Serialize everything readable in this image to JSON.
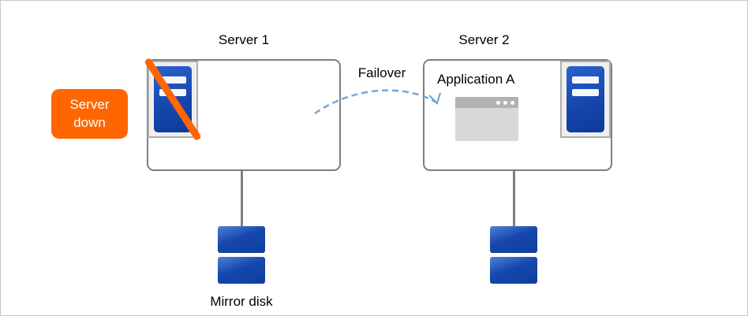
{
  "colors": {
    "badge_orange": "#ff6600",
    "server_blue": "#1547ad",
    "disk_blue": "#1547ad",
    "arrow_blue": "#6fa8dc",
    "border_gray": "#7f7f7f"
  },
  "diagram": {
    "server1": {
      "title": "Server 1"
    },
    "server2": {
      "title": "Server 2",
      "application": "Application A"
    },
    "badge": {
      "text": "Server down"
    },
    "failover_label": "Failover",
    "mirror_disk_label": "Mirror disk",
    "icons": {
      "server1": "server-down-icon",
      "server2": "server-icon",
      "window": "application-window-icon",
      "disk": "mirror-disk-icon"
    }
  }
}
